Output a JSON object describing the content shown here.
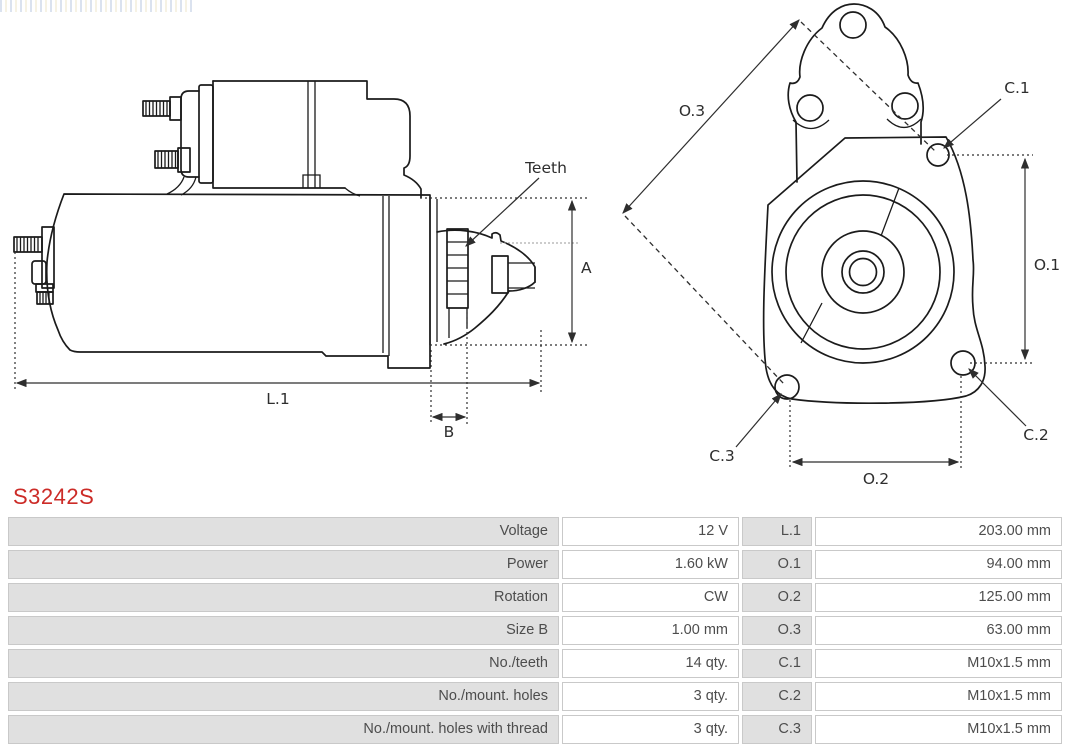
{
  "part_code": "S3242S",
  "accent_red": "#cc2b27",
  "diagram": {
    "teeth_label": "Teeth",
    "dim_a": "A",
    "dim_b": "B",
    "dim_l1": "L.1",
    "dim_o1": "O.1",
    "dim_o2": "O.2",
    "dim_o3": "O.3",
    "dim_c1": "C.1",
    "dim_c2": "C.2",
    "dim_c3": "C.3"
  },
  "spec_table": {
    "rows": [
      {
        "label": "Voltage",
        "value": "12 V",
        "code": "L.1",
        "code_value": "203.00 mm"
      },
      {
        "label": "Power",
        "value": "1.60 kW",
        "code": "O.1",
        "code_value": "94.00 mm"
      },
      {
        "label": "Rotation",
        "value": "CW",
        "code": "O.2",
        "code_value": "125.00 mm"
      },
      {
        "label": "Size B",
        "value": "1.00 mm",
        "code": "O.3",
        "code_value": "63.00 mm"
      },
      {
        "label": "No./teeth",
        "value": "14 qty.",
        "code": "C.1",
        "code_value": "M10x1.5 mm"
      },
      {
        "label": "No./mount. holes",
        "value": "3 qty.",
        "code": "C.2",
        "code_value": "M10x1.5 mm"
      },
      {
        "label": "No./mount. holes with thread",
        "value": "3 qty.",
        "code": "C.3",
        "code_value": "M10x1.5 mm"
      }
    ]
  }
}
